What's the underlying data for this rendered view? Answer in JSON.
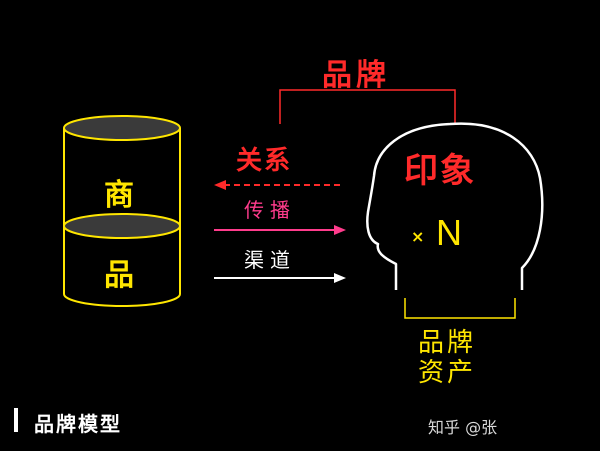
{
  "title": "品牌",
  "relation": "关系",
  "impression": "印象",
  "times": "×",
  "n": "N",
  "cylinder": {
    "top_char": "商",
    "bottom_char": "品"
  },
  "arrows": {
    "spread": "传播",
    "channel": "渠道"
  },
  "asset": {
    "line1": "品牌",
    "line2": "资产"
  },
  "footer": {
    "model_label": "品牌模型",
    "watermark": "知乎 @张"
  },
  "colors": {
    "background": "#000000",
    "red": "#ff2a2a",
    "yellow": "#ffe600",
    "pink": "#ff3c8c",
    "white": "#ffffff"
  }
}
